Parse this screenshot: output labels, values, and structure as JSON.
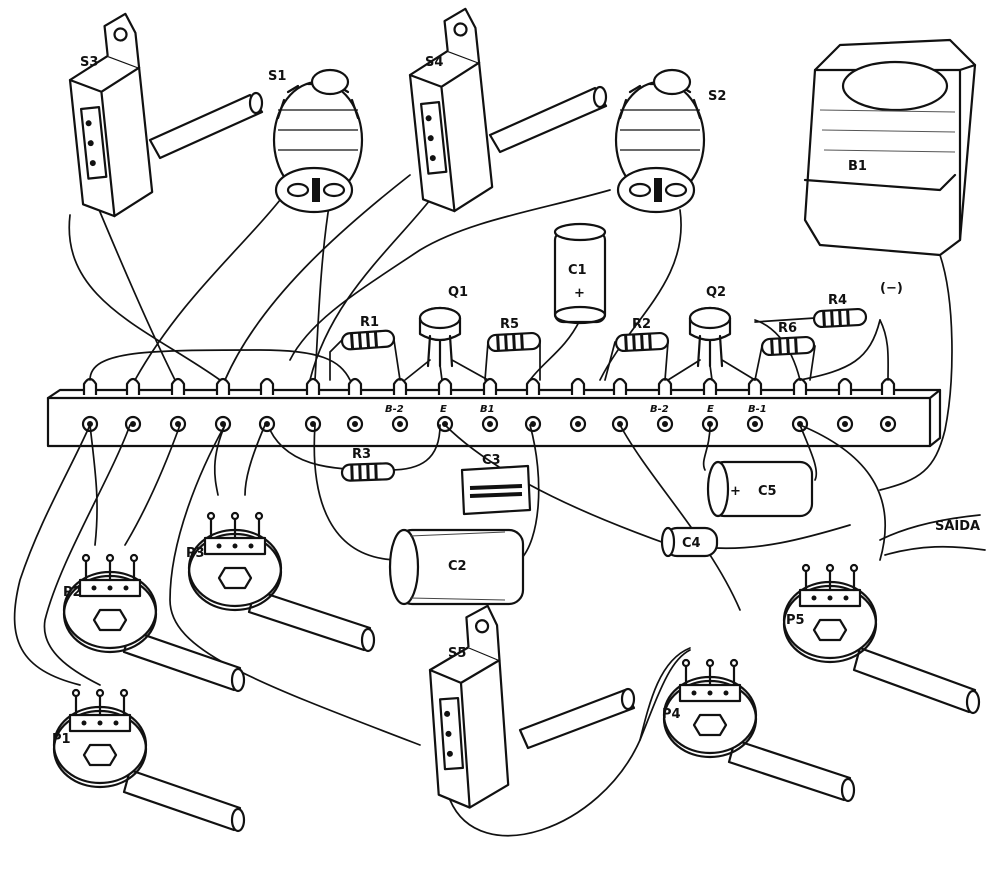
{
  "labels": {
    "s1": "S1",
    "s2": "S2",
    "s3": "S3",
    "s4": "S4",
    "s5": "S5",
    "b1": "B1",
    "minus": "(−)",
    "c1": "C1",
    "c1_plus": "+",
    "c2": "C2",
    "c3": "C3",
    "c4": "C4",
    "c5": "C5",
    "c5_plus": "+",
    "r1": "R1",
    "r2": "R2",
    "r3": "R3",
    "r4": "R4",
    "r5": "R5",
    "r6": "R6",
    "q1": "Q1",
    "q2": "Q2",
    "p1": "P1",
    "p2": "P2",
    "p3": "P3",
    "p4": "P4",
    "p5": "P5",
    "saida": "SAÍDA"
  },
  "pin_labels": {
    "q1_b2": "B-2",
    "q1_e": "E",
    "q1_b1": "B1",
    "q2_b2": "B-2",
    "q2_e": "E",
    "q2_b1": "B-1"
  },
  "colors": {
    "ink": "#111111",
    "paper": "#ffffff"
  }
}
